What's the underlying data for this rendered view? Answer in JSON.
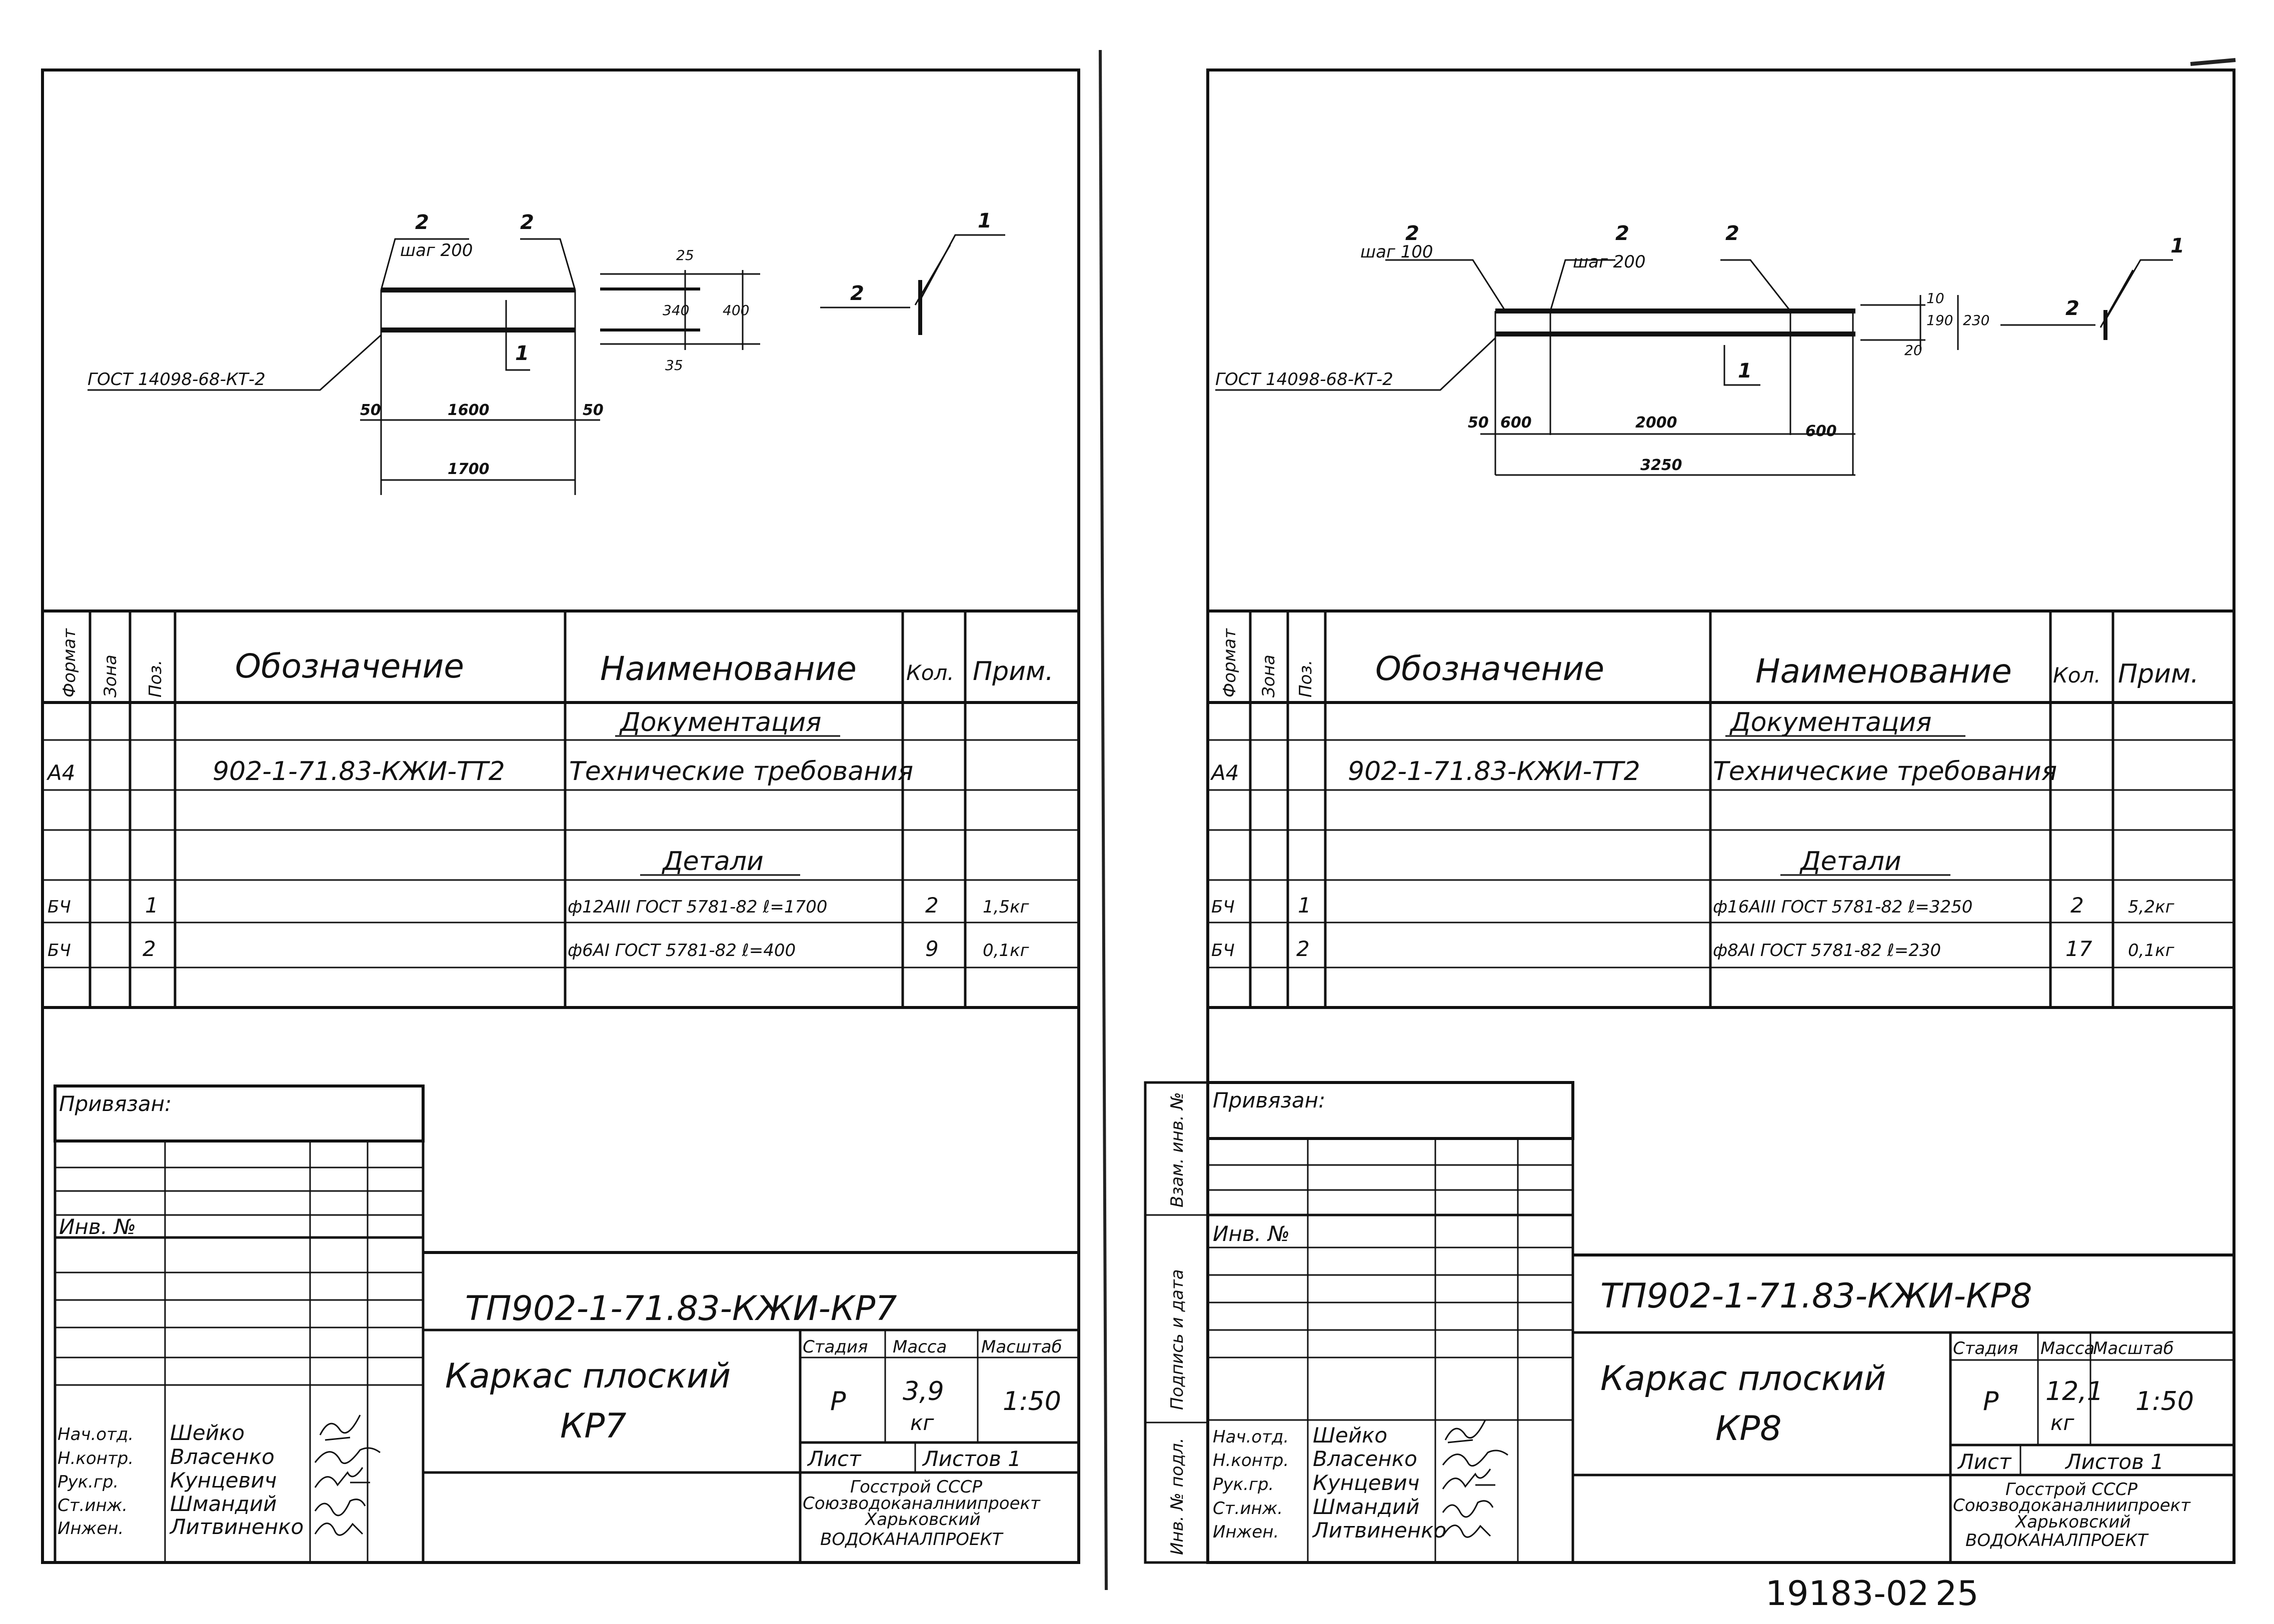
{
  "sheets": [
    {
      "id": "kp7",
      "drawing": {
        "pos_top_left": "2",
        "step_label": "шаг 200",
        "pos_top_right": "2",
        "pos_1": "1",
        "gost_label": "ГОСТ 14098-68-КТ-2",
        "dim_left": "50",
        "dim_mid": "1600",
        "dim_right": "50",
        "dim_total": "1700",
        "sec_a": "25",
        "sec_b": "340",
        "sec_c": "400",
        "sec_d": "35",
        "side_pos_2": "2",
        "side_pos_1": "1"
      },
      "spec": {
        "headers": {
          "format": "Формат",
          "zone": "Зона",
          "pos": "Поз.",
          "designation": "Обозначение",
          "name": "Наименование",
          "qty": "Кол.",
          "note": "Прим."
        },
        "section_docs": "Документация",
        "doc_row": {
          "format": "А4",
          "designation": "902-1-71.83-КЖИ-ТТ2",
          "name": "Технические требования"
        },
        "section_details": "Детали",
        "details": [
          {
            "format": "БЧ",
            "pos": "1",
            "name": "ф12АIII ГОСТ 5781-82 ℓ=1700",
            "qty": "2",
            "note": "1,5кг"
          },
          {
            "format": "БЧ",
            "pos": "2",
            "name": "ф6АI ГОСТ 5781-82 ℓ=400",
            "qty": "9",
            "note": "0,1кг"
          }
        ]
      },
      "binding": {
        "title": "Привязан:",
        "inv_label": "Инв. №"
      },
      "title_block": {
        "code": "ТП902-1-71.83-КЖИ-КР7",
        "name_line1": "Каркас плоский",
        "name_line2": "КР7",
        "stage_label": "Стадия",
        "mass_label": "Масса",
        "scale_label": "Масштаб",
        "stage": "Р",
        "mass_value": "3,9",
        "mass_unit": "кг",
        "scale": "1:50",
        "sheet_label": "Лист",
        "sheets_label": "Листов 1",
        "org_1": "Госстрой СССР",
        "org_2": "Союзводоканалниипроект",
        "org_3": "Харьковский",
        "org_4": "ВОДОКАНАЛПРОЕКТ",
        "signers": [
          {
            "role": "Нач.отд.",
            "name": "Шейко"
          },
          {
            "role": "Н.контр.",
            "name": "Власенко"
          },
          {
            "role": "Рук.гр.",
            "name": "Кунцевич"
          },
          {
            "role": "Ст.инж.",
            "name": "Шмандий"
          },
          {
            "role": "Инжен.",
            "name": "Литвиненко"
          }
        ]
      }
    },
    {
      "id": "kp8",
      "drawing": {
        "pos_a": "2",
        "step_a": "шаг 100",
        "pos_b": "2",
        "step_b": "шаг 200",
        "pos_c": "2",
        "pos_1": "1",
        "gost_label": "ГОСТ 14098-68-КТ-2",
        "dim_50": "50",
        "dim_600a": "600",
        "dim_2000": "2000",
        "dim_600b": "600",
        "dim_total": "3250",
        "sec_a": "10",
        "sec_b": "190",
        "sec_c": "230",
        "sec_d": "20",
        "side_pos_2": "2",
        "side_pos_1": "1"
      },
      "spec": {
        "headers": {
          "format": "Формат",
          "zone": "Зона",
          "pos": "Поз.",
          "designation": "Обозначение",
          "name": "Наименование",
          "qty": "Кол.",
          "note": "Прим."
        },
        "section_docs": "Документация",
        "doc_row": {
          "format": "А4",
          "designation": "902-1-71.83-КЖИ-ТТ2",
          "name": "Технические требования"
        },
        "section_details": "Детали",
        "details": [
          {
            "format": "БЧ",
            "pos": "1",
            "name": "ф16АIII ГОСТ 5781-82 ℓ=3250",
            "qty": "2",
            "note": "5,2кг"
          },
          {
            "format": "БЧ",
            "pos": "2",
            "name": "ф8АI ГОСТ 5781-82 ℓ=230",
            "qty": "17",
            "note": "0,1кг"
          }
        ]
      },
      "binding": {
        "title": "Привязан:",
        "inv_label": "Инв. №"
      },
      "side_strip": {
        "a": "Инв. № подл.",
        "b": "Подпись и дата",
        "c": "Взам. инв. №"
      },
      "title_block": {
        "code": "ТП902-1-71.83-КЖИ-КР8",
        "name_line1": "Каркас плоский",
        "name_line2": "КР8",
        "stage_label": "Стадия",
        "mass_label": "Масса",
        "scale_label": "Масштаб",
        "stage": "Р",
        "mass_value": "12,1",
        "mass_unit": "кг",
        "scale": "1:50",
        "sheet_label": "Лист",
        "sheets_label": "Листов 1",
        "org_1": "Госстрой СССР",
        "org_2": "Союзводоканалниипроект",
        "org_3": "Харьковский",
        "org_4": "ВОДОКАНАЛПРОЕКТ",
        "signers": [
          {
            "role": "Нач.отд.",
            "name": "Шейко"
          },
          {
            "role": "Н.контр.",
            "name": "Власенко"
          },
          {
            "role": "Рук.гр.",
            "name": "Кунцевич"
          },
          {
            "role": "Ст.инж.",
            "name": "Шмандий"
          },
          {
            "role": "Инжен.",
            "name": "Литвиненко"
          }
        ]
      }
    }
  ],
  "footer": {
    "archive_number": "19183-02",
    "page_number": "25"
  }
}
